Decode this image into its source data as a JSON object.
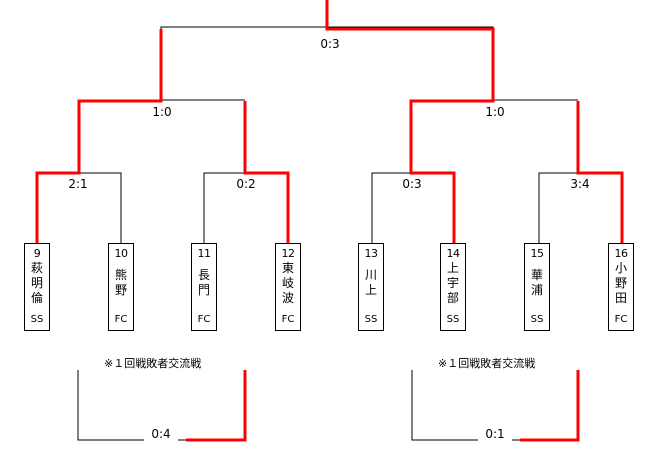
{
  "teams": [
    {
      "num": "9",
      "name": [
        "萩",
        "明",
        "倫"
      ],
      "suffix": "SS"
    },
    {
      "num": "10",
      "name": [
        "熊",
        "野"
      ],
      "suffix": "FC"
    },
    {
      "num": "11",
      "name": [
        "長",
        "門"
      ],
      "suffix": "FC"
    },
    {
      "num": "12",
      "name": [
        "東",
        "岐",
        "波"
      ],
      "suffix": "FC"
    },
    {
      "num": "13",
      "name": [
        "川",
        "上"
      ],
      "suffix": "SS"
    },
    {
      "num": "14",
      "name": [
        "上",
        "宇",
        "部"
      ],
      "suffix": "SS"
    },
    {
      "num": "15",
      "name": [
        "華",
        "浦"
      ],
      "suffix": "SS"
    },
    {
      "num": "16",
      "name": [
        "小",
        "野",
        "田"
      ],
      "suffix": "FC"
    }
  ],
  "scores": {
    "r1_m1": "2:1",
    "r1_m2": "0:2",
    "r1_m3": "0:3",
    "r1_m4": "3:4",
    "r2_left": "1:0",
    "r2_right": "1:0",
    "r3": "0:3",
    "consol_left": "0:4",
    "consol_right": "0:1"
  },
  "consolation_label": "※１回戦敗者交流戦",
  "colors": {
    "winner_line": "#ff0000",
    "line": "#000000"
  }
}
